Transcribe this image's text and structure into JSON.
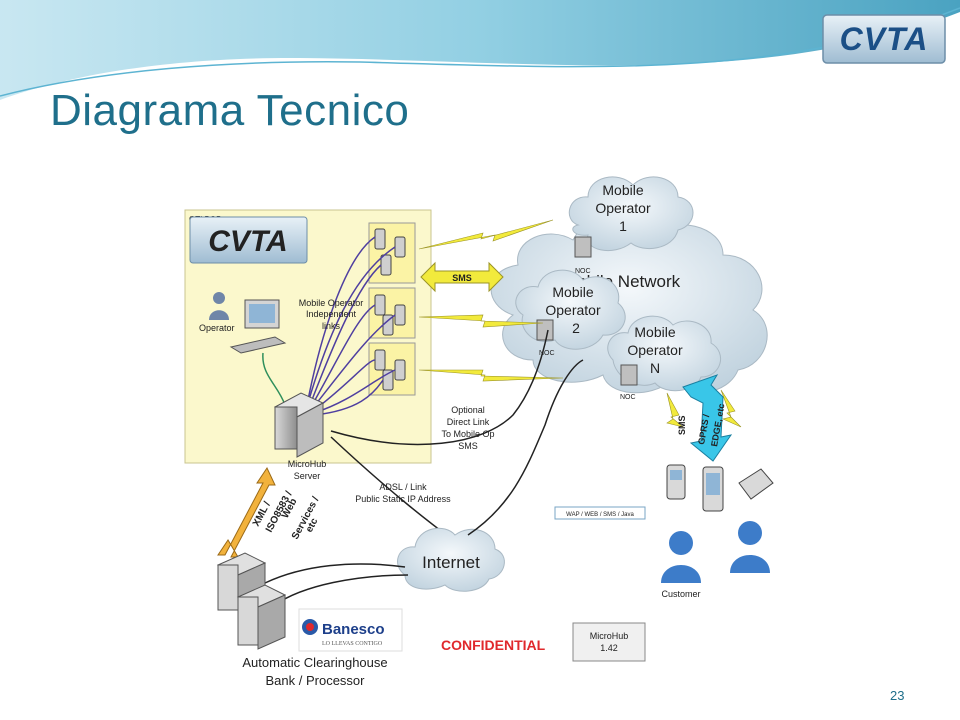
{
  "slide": {
    "title": "Diagrama Tecnico",
    "page_number": "23",
    "logo_text": "CVTA"
  },
  "colors": {
    "title": "#1f6f8b",
    "pop_box": "#fbf8cc",
    "sms_arrow": "#f2ea3c",
    "xml_arrow": "#f2b23c",
    "cyan_arrow": "#39c6e8",
    "confidential": "#e0282c",
    "link_lines": "#4f3fa0"
  },
  "diagram": {
    "pop_label": "GTI POP",
    "pop_logo": "CVTA",
    "operator_label": "Operator",
    "independent_links_label": [
      "Mobile Operator",
      "Independent",
      "links"
    ],
    "sms_arrow_label": "SMS",
    "mobile_network_label": "Mobile Network",
    "mobile_operator_1": [
      "Mobile",
      "Operator",
      "1"
    ],
    "mobile_operator_2": [
      "Mobile",
      "Operator",
      "2"
    ],
    "mobile_operator_n": [
      "Mobile",
      "Operator",
      "N"
    ],
    "noc_label": "NOC",
    "optional_link_label": [
      "Optional",
      "Direct Link",
      "To Mobile Op",
      "SMS"
    ],
    "server_label": [
      "MicroHub",
      "Server"
    ],
    "adsl_label": [
      "ADSL / Link",
      "Public Static IP Address"
    ],
    "xml_arrow_label": [
      "XML /",
      "ISO8583 /",
      "Web",
      "Services /",
      "etc"
    ],
    "internet_label": "Internet",
    "cyan_arrow_label": [
      "SMS",
      "GPRS /",
      "EDGE, etc"
    ],
    "wap_label": "WAP / WEB / SMS / Java",
    "customer_label": "Customer",
    "bank_brand": "Banesco",
    "bank_tagline": "LO LLEVAS CONTIGO",
    "clearinghouse_label": [
      "Automatic Clearinghouse",
      "Bank / Processor"
    ],
    "confidential_label": "CONFIDENTIAL",
    "microhub_version": [
      "MicroHub",
      "1.42"
    ]
  }
}
